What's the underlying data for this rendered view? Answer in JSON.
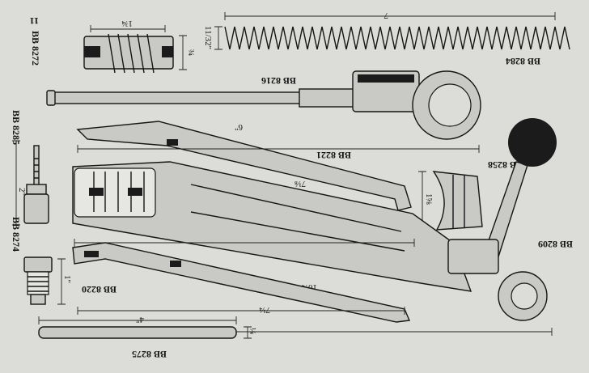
{
  "plate": {
    "page_number": "11",
    "background": "#dcdcd8",
    "ink": "#151515"
  },
  "parts": {
    "bb8272": {
      "label": "BB 8272",
      "dim_length": "1¾",
      "dim_height": "¾"
    },
    "bb8284": {
      "label": "BB 8284",
      "dim_length": "7",
      "dim_height": "11/32\""
    },
    "bb8216": {
      "label": "BB 8216"
    },
    "bb8285": {
      "label": "BB 8285",
      "dim_length": "2\""
    },
    "bb8221": {
      "label": "BB 8221",
      "dim_length": "6\""
    },
    "bb8258": {
      "label": "BB 8258",
      "dim_length": "1⅝"
    },
    "bb8209": {
      "label": "BB 8209",
      "dim_receiver": "7⅛",
      "dim_overall": "10¼"
    },
    "bb8274": {
      "label": "BB 8274",
      "dim_length": "1\""
    },
    "bb8220": {
      "label": "BB 8220",
      "dim_length": "7¼"
    },
    "bb8275": {
      "label": "BB 8275",
      "dim_length": "4\"",
      "dim_height": "¼"
    }
  }
}
